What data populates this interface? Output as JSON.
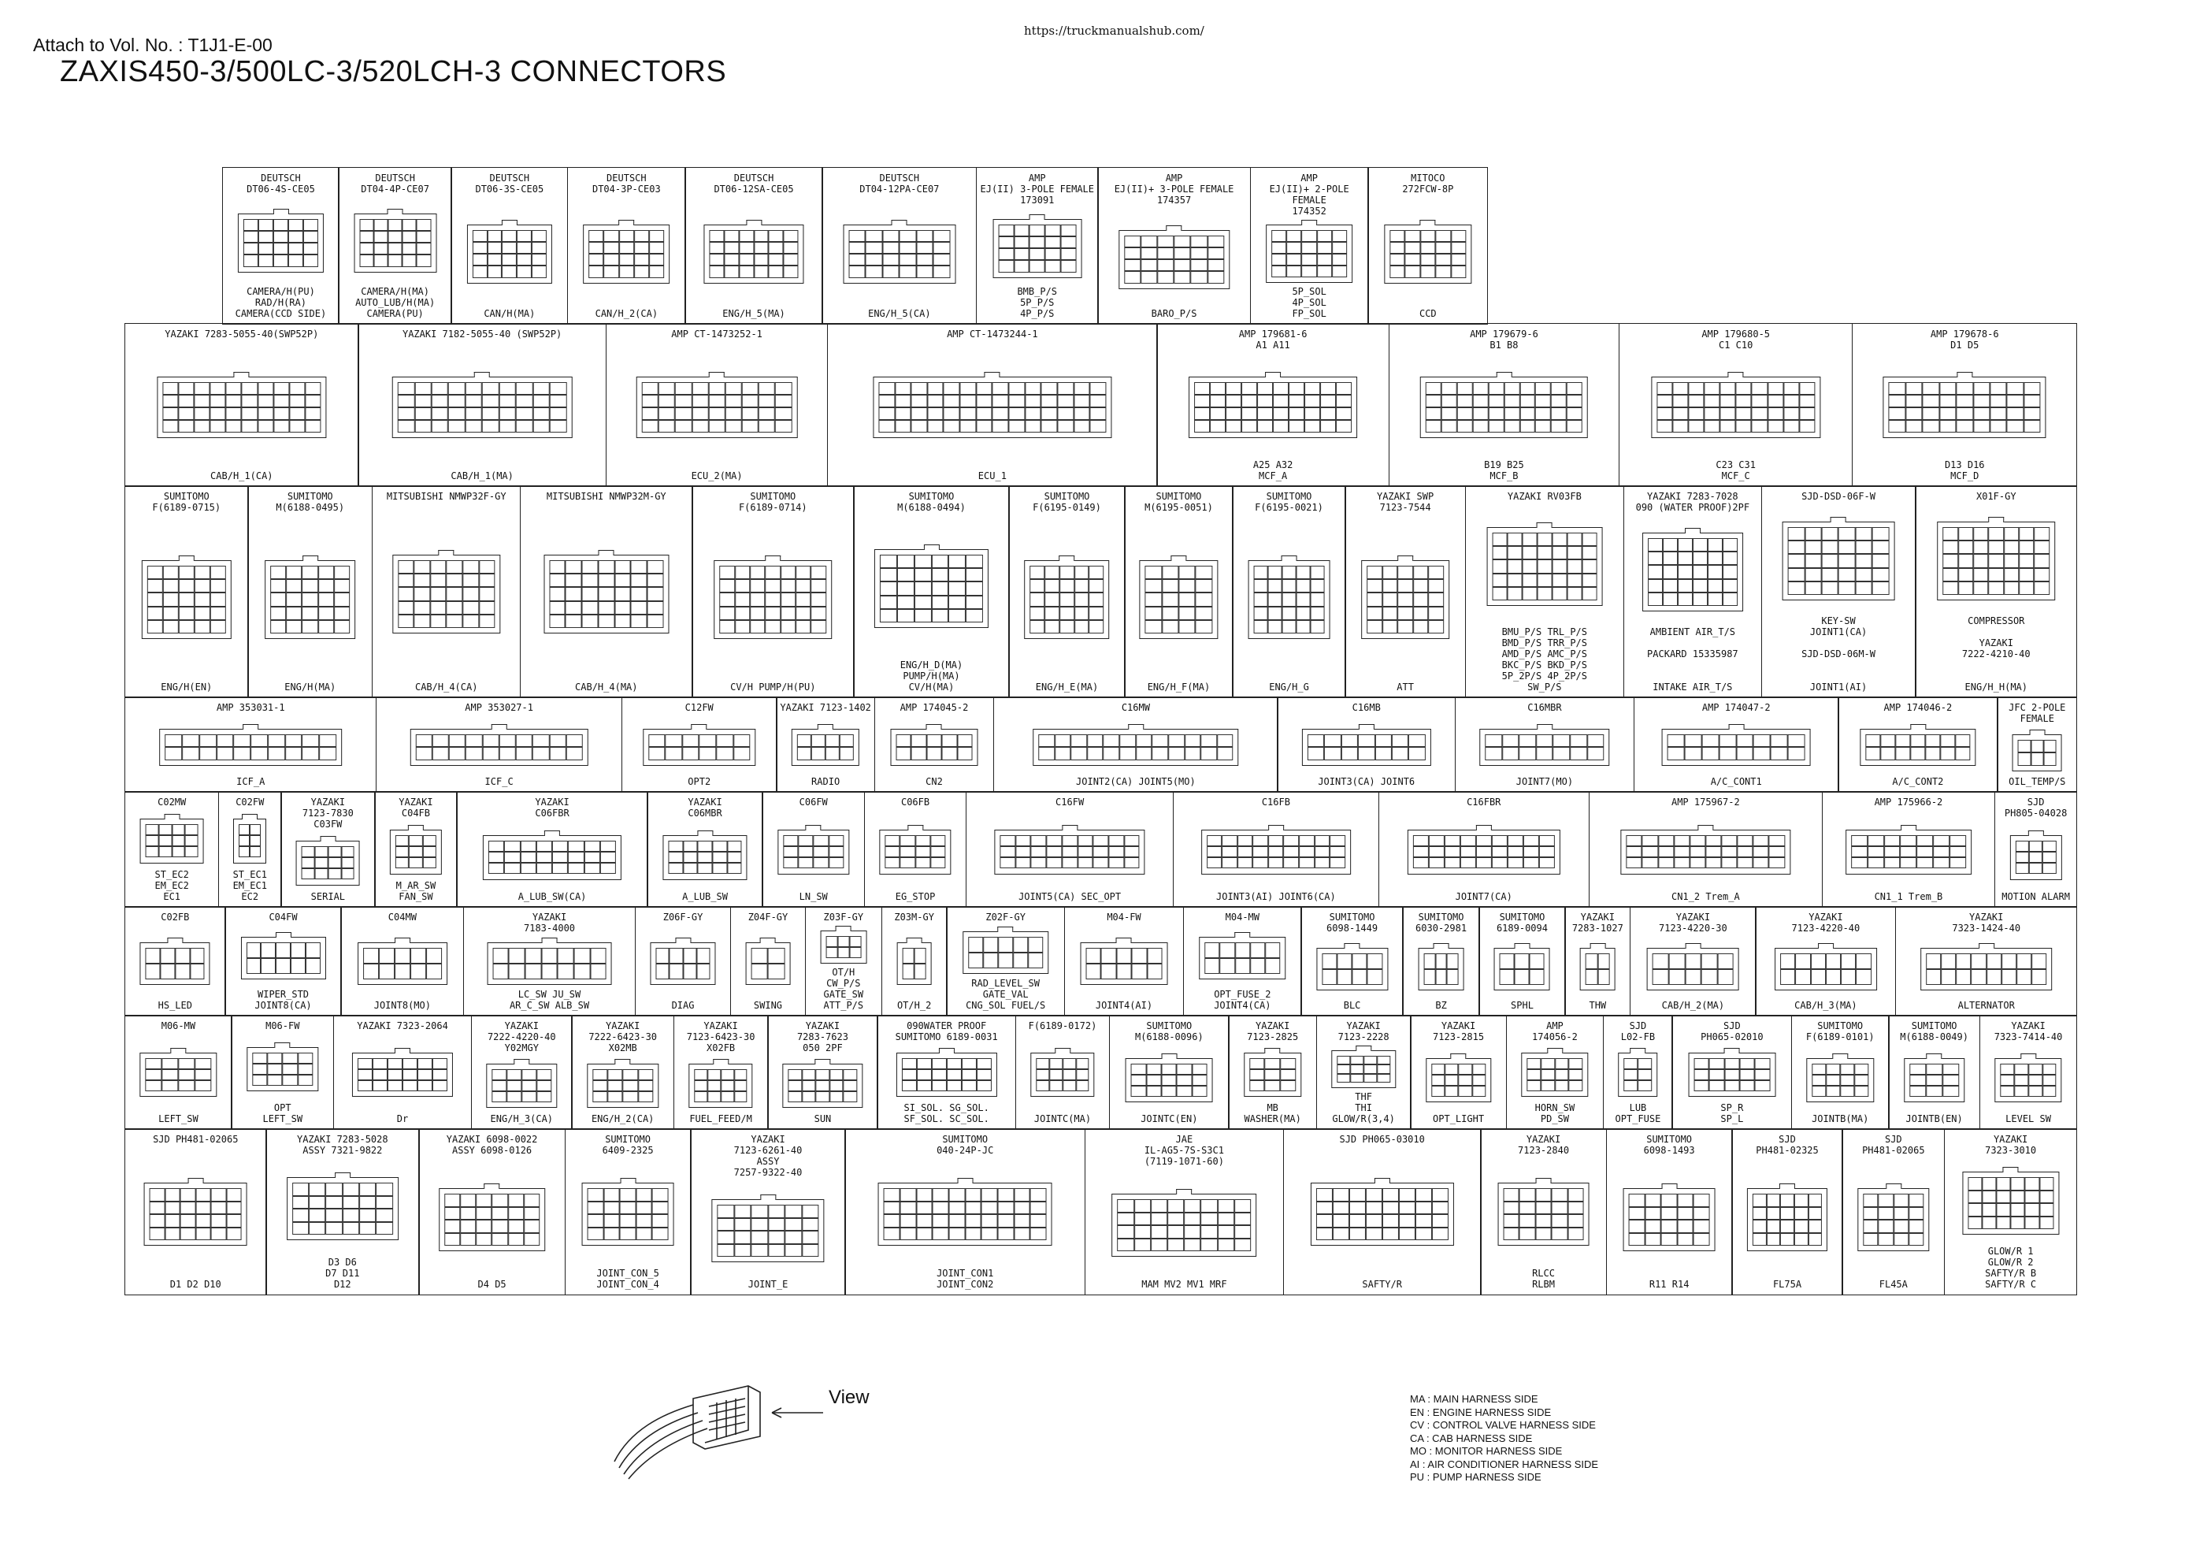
{
  "header": {
    "url": "https://truckmanualshub.com/",
    "attach": "Attach to Vol. No. : T1J1-E-00",
    "title": "ZAXIS450-3/500LC-3/520LCH-3 CONNECTORS"
  },
  "rows": [
    {
      "cells": [
        {
          "hdr": "DEUTSCH\nDT06-4S-CE05",
          "lbl": "CAMERA/H(PU)\nRAD/H(RA)\nCAMERA(CCD SIDE)"
        },
        {
          "hdr": "DEUTSCH\nDT04-4P-CE07",
          "lbl": "CAMERA/H(MA)\nAUTO_LUB/H(MA)\nCAMERA(PU)"
        },
        {
          "hdr": "DEUTSCH\nDT06-3S-CE05",
          "lbl": "CAN/H(MA)"
        },
        {
          "hdr": "DEUTSCH\nDT04-3P-CE03",
          "lbl": "CAN/H_2(CA)"
        },
        {
          "hdr": "DEUTSCH\nDT06-12SA-CE05",
          "lbl": "ENG/H_5(MA)"
        },
        {
          "hdr": "DEUTSCH\nDT04-12PA-CE07",
          "lbl": "ENG/H_5(CA)"
        },
        {
          "hdr": "AMP\nEJ(II)  3-POLE FEMALE\n173091",
          "lbl": "BMB_P/S\n5P_P/S\n4P_P/S"
        },
        {
          "hdr": "AMP\nEJ(II)+ 3-POLE FEMALE\n174357",
          "lbl": "BARO_P/S"
        },
        {
          "hdr": "AMP\nEJ(II)+ 2-POLE FEMALE\n174352",
          "lbl": "5P_SOL\n4P_SOL\nFP_SOL"
        },
        {
          "hdr": "MITOCO\n272FCW-8P",
          "lbl": "CCD"
        }
      ]
    },
    {
      "cells": [
        {
          "hdr": "YAZAKI  7283-5055-40(SWP52P)",
          "lbl": "CAB/H_1(CA)"
        },
        {
          "hdr": "YAZAKI  7182-5055-40 (SWP52P)",
          "lbl": "CAB/H_1(MA)"
        },
        {
          "hdr": "AMP CT-1473252-1",
          "lbl": "ECU_2(MA)"
        },
        {
          "hdr": "AMP  CT-1473244-1",
          "lbl": "ECU_1"
        },
        {
          "hdr": "AMP  179681-6\nA1                     A11",
          "lbl": "A25            A32\nMCF_A"
        },
        {
          "hdr": "AMP  179679-6\nB1              B8",
          "lbl": "B19          B25\nMCF_B"
        },
        {
          "hdr": "AMP  179680-5\nC1                     C10",
          "lbl": "C23          C31\nMCF_C"
        },
        {
          "hdr": "AMP  179678-6\nD1        D5",
          "lbl": "D13      D16\nMCF_D"
        }
      ]
    },
    {
      "cells": [
        {
          "hdr": "SUMITOMO\nF(6189-0715)",
          "lbl": "ENG/H(EN)"
        },
        {
          "hdr": "SUMITOMO\nM(6188-0495)",
          "lbl": "ENG/H(MA)"
        },
        {
          "hdr": "MITSUBISHI  NMWP32F-GY",
          "lbl": "CAB/H_4(CA)"
        },
        {
          "hdr": "MITSUBISHI  NMWP32M-GY",
          "lbl": "CAB/H_4(MA)"
        },
        {
          "hdr": "SUMITOMO\nF(6189-0714)",
          "lbl": "CV/H    PUMP/H(PU)"
        },
        {
          "hdr": "SUMITOMO\nM(6188-0494)",
          "lbl": "ENG/H_D(MA)\nPUMP/H(MA)\nCV/H(MA)"
        },
        {
          "hdr": "SUMITOMO\nF(6195-0149)",
          "lbl": "ENG/H_E(MA)"
        },
        {
          "hdr": "SUMITOMO\nM(6195-0051)",
          "lbl": "ENG/H_F(MA)"
        },
        {
          "hdr": "SUMITOMO\nF(6195-0021)",
          "lbl": "ENG/H_G"
        },
        {
          "hdr": "YAZAKI SWP\n7123-7544",
          "lbl": "ATT"
        },
        {
          "hdr": "YAZAKI RV03FB",
          "lbl": "BMU_P/S  TRL_P/S\nBMD_P/S  TRR_P/S\nAMD_P/S  AMC_P/S\nBKC_P/S  BKD_P/S\n5P_2P/S  4P_2P/S\n          SW_P/S"
        },
        {
          "hdr": "YAZAKI 7283-7028\n090 (WATER PROOF)2PF",
          "lbl": "AMBIENT AIR_T/S\n\nPACKARD 15335987\n\n\nINTAKE AIR_T/S"
        },
        {
          "hdr": "SJD-DSD-06F-W",
          "lbl": "KEY-SW\nJOINT1(CA)\n\nSJD-DSD-06M-W\n\n\nJOINT1(AI)"
        },
        {
          "hdr": "X01F-GY",
          "lbl": "COMPRESSOR\n\nYAZAKI\n7222-4210-40\n\n\nENG/H_H(MA)"
        }
      ]
    },
    {
      "cells": [
        {
          "hdr": "AMP  353031-1",
          "lbl": "ICF_A"
        },
        {
          "hdr": "AMP  353027-1",
          "lbl": "ICF_C"
        },
        {
          "hdr": "C12FW",
          "lbl": "OPT2"
        },
        {
          "hdr": "YAZAKI 7123-1402",
          "lbl": "RADIO"
        },
        {
          "hdr": "AMP  174045-2",
          "lbl": "CN2"
        },
        {
          "hdr": "C16MW",
          "lbl": "JOINT2(CA)    JOINT5(MO)"
        },
        {
          "hdr": "C16MB",
          "lbl": "JOINT3(CA)    JOINT6"
        },
        {
          "hdr": "C16MBR",
          "lbl": "JOINT7(MO)"
        },
        {
          "hdr": "AMP  174047-2",
          "lbl": "A/C_CONT1"
        },
        {
          "hdr": "AMP  174046-2",
          "lbl": "A/C_CONT2"
        },
        {
          "hdr": "JFC 2-POLE FEMALE",
          "lbl": "OIL_TEMP/S"
        }
      ]
    },
    {
      "cells": [
        {
          "hdr": "C02MW",
          "lbl": "ST_EC2\nEM_EC2\nEC1"
        },
        {
          "hdr": "C02FW",
          "lbl": "ST_EC1\nEM_EC1\nEC2"
        },
        {
          "hdr": "YAZAKI\n7123-7830\nC03FW",
          "lbl": "SERIAL"
        },
        {
          "hdr": "YAZAKI\nC04FB",
          "lbl": "M_AR_SW\nFAN_SW"
        },
        {
          "hdr": "YAZAKI\nC06FBR",
          "lbl": "A_LUB_SW(CA)"
        },
        {
          "hdr": "YAZAKI\nC06MBR",
          "lbl": "A_LUB_SW"
        },
        {
          "hdr": "C06FW",
          "lbl": "LN_SW"
        },
        {
          "hdr": "C06FB",
          "lbl": "EG_STOP"
        },
        {
          "hdr": "C16FW",
          "lbl": "JOINT5(CA) SEC_OPT"
        },
        {
          "hdr": "C16FB",
          "lbl": "JOINT3(AI)    JOINT6(CA)"
        },
        {
          "hdr": "C16FBR",
          "lbl": "JOINT7(CA)"
        },
        {
          "hdr": "AMP  175967-2",
          "lbl": "CN1_2   Trem_A"
        },
        {
          "hdr": "AMP  175966-2",
          "lbl": "CN1_1   Trem_B"
        },
        {
          "hdr": "SJD\nPH805-04028",
          "lbl": "MOTION ALARM"
        }
      ]
    },
    {
      "cells": [
        {
          "hdr": "C02FB",
          "lbl": "HS_LED"
        },
        {
          "hdr": "C04FW",
          "lbl": "WIPER_STD\nJOINT8(CA)"
        },
        {
          "hdr": "C04MW",
          "lbl": "JOINT8(MO)"
        },
        {
          "hdr": "YAZAKI\n7183-4000",
          "lbl": "LC_SW    JU_SW\nAR_C_SW  ALB_SW"
        },
        {
          "hdr": "Z06F-GY",
          "lbl": "DIAG"
        },
        {
          "hdr": "Z04F-GY",
          "lbl": "SWING"
        },
        {
          "hdr": "Z03F-GY",
          "lbl": "OT/H\nCW_P/S\nGATE_SW\nATT_P/S"
        },
        {
          "hdr": "Z03M-GY",
          "lbl": "OT/H_2"
        },
        {
          "hdr": "Z02F-GY",
          "lbl": "RAD_LEVEL_SW\nGATE_VAL\nCNG_SOL    FUEL/S"
        },
        {
          "hdr": "M04-FW",
          "lbl": "JOINT4(AI)"
        },
        {
          "hdr": "M04-MW",
          "lbl": "OPT_FUSE_2\nJOINT4(CA)"
        },
        {
          "hdr": "SUMITOMO\n6098-1449",
          "lbl": "BLC"
        },
        {
          "hdr": "SUMITOMO\n6030-2981",
          "lbl": "BZ"
        },
        {
          "hdr": "SUMITOMO\n6189-0094",
          "lbl": "SPHL"
        },
        {
          "hdr": "YAZAKI\n7283-1027",
          "lbl": "THW"
        },
        {
          "hdr": "YAZAKI\n7123-4220-30",
          "lbl": "CAB/H_2(MA)"
        },
        {
          "hdr": "YAZAKI\n7123-4220-40",
          "lbl": "CAB/H_3(MA)"
        },
        {
          "hdr": "YAZAKI\n7323-1424-40",
          "lbl": "ALTERNATOR"
        }
      ]
    },
    {
      "cells": [
        {
          "hdr": "M06-MW",
          "lbl": "LEFT_SW"
        },
        {
          "hdr": "M06-FW",
          "lbl": "OPT\nLEFT_SW"
        },
        {
          "hdr": "YAZAKI 7323-2064",
          "lbl": "Dr"
        },
        {
          "hdr": "YAZAKI\n7222-4220-40\nY02MGY",
          "lbl": "ENG/H_3(CA)"
        },
        {
          "hdr": "YAZAKI\n7222-6423-30\nX02MB",
          "lbl": "ENG/H_2(CA)"
        },
        {
          "hdr": "YAZAKI\n7123-6423-30\nX02FB",
          "lbl": "FUEL_FEED/M"
        },
        {
          "hdr": "YAZAKI\n7283-7623\n050 2PF",
          "lbl": "SUN"
        },
        {
          "hdr": "090WATER PROOF\nSUMITOMO 6189-0031",
          "lbl": "SI_SOL.  SG_SOL.\nSF_SOL.  SC_SOL."
        },
        {
          "hdr": "F(6189-0172)",
          "lbl": "JOINTC(MA)"
        },
        {
          "hdr": "SUMITOMO\nM(6188-0096)",
          "lbl": "JOINTC(EN)"
        },
        {
          "hdr": "YAZAKI\n7123-2825",
          "lbl": "MB\nWASHER(MA)"
        },
        {
          "hdr": "YAZAKI\n7123-2228",
          "lbl": "THF\nTHI\nGLOW/R(3,4)"
        },
        {
          "hdr": "YAZAKI\n7123-2815",
          "lbl": "OPT_LIGHT"
        },
        {
          "hdr": "AMP\n174056-2",
          "lbl": "HORN_SW\nPD_SW"
        },
        {
          "hdr": "SJD\nL02-FB",
          "lbl": "LUB\nOPT_FUSE"
        },
        {
          "hdr": "SJD\nPH065-02010",
          "lbl": "SP_R\nSP_L"
        },
        {
          "hdr": "SUMITOMO\nF(6189-0101)",
          "lbl": "JOINTB(MA)"
        },
        {
          "hdr": "SUMITOMO\nM(6188-0049)",
          "lbl": "JOINTB(EN)"
        },
        {
          "hdr": "YAZAKI\n7323-7414-40",
          "lbl": "LEVEL SW"
        }
      ]
    },
    {
      "cells": [
        {
          "hdr": "SJD PH481-02065",
          "lbl": "D1  D2  D10"
        },
        {
          "hdr": "YAZAKI 7283-5028\nASSY 7321-9822",
          "lbl": "D3  D6\nD7  D11\nD12"
        },
        {
          "hdr": "YAZAKI 6098-0022\nASSY 6098-0126",
          "lbl": "D4   D5"
        },
        {
          "hdr": "SUMITOMO\n6409-2325",
          "lbl": "JOINT_CON_5\nJOINT_CON_4"
        },
        {
          "hdr": "YAZAKI\n7123-6261-40\nASSY\n7257-9322-40",
          "lbl": "JOINT_E"
        },
        {
          "hdr": "SUMITOMO\n040-24P-JC",
          "lbl": "JOINT_CON1\nJOINT_CON2"
        },
        {
          "hdr": "JAE\nIL-AG5-7S-S3C1\n(7119-1071-60)",
          "lbl": "MAM  MV2  MV1  MRF"
        },
        {
          "hdr": "SJD  PH065-03010",
          "lbl": "SAFTY/R"
        },
        {
          "hdr": "YAZAKI\n7123-2840",
          "lbl": "RLCC\nRLBM"
        },
        {
          "hdr": "SUMITOMO\n6098-1493",
          "lbl": "R11  R14"
        },
        {
          "hdr": "SJD\nPH481-02325",
          "lbl": "FL75A"
        },
        {
          "hdr": "SJD\nPH481-02065",
          "lbl": "FL45A"
        },
        {
          "hdr": "YAZAKI\n7323-3010",
          "lbl": "GLOW/R 1\nGLOW/R 2\nSAFTY/R B\nSAFTY/R C"
        }
      ]
    }
  ],
  "view_label": "View",
  "legend": [
    "MA : MAIN HARNESS SIDE",
    "EN : ENGINE HARNESS SIDE",
    "CV : CONTROL VALVE HARNESS SIDE",
    "CA : CAB HARNESS SIDE",
    "MO : MONITOR HARNESS SIDE",
    "AI : AIR CONDITIONER HARNESS SIDE",
    "PU : PUMP HARNESS SIDE"
  ]
}
